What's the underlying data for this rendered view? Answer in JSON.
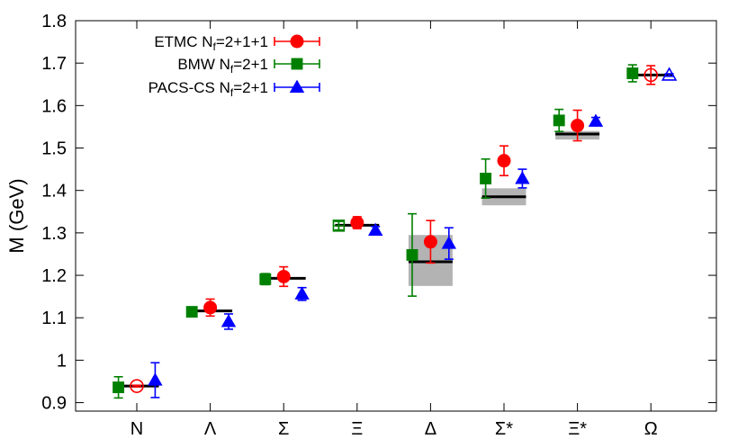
{
  "chart_data": {
    "type": "scatter",
    "title": "",
    "xlabel": "",
    "ylabel": "M (GeV)",
    "ylim": [
      0.88,
      1.8
    ],
    "yticks": [
      0.9,
      1,
      1.1,
      1.2,
      1.3,
      1.4,
      1.5,
      1.6,
      1.7,
      1.8
    ],
    "ytick_labels": [
      "0.9",
      "1",
      "1.1",
      "1.2",
      "1.3",
      "1.4",
      "1.5",
      "1.6",
      "1.7",
      "1.8"
    ],
    "categories": [
      "N",
      "Λ",
      "Σ",
      "Ξ",
      "Δ",
      "Σ*",
      "Ξ*",
      "Ω"
    ],
    "grid": false,
    "legend_position": "top-left",
    "experiment": {
      "values": [
        0.939,
        1.116,
        1.193,
        1.318,
        1.232,
        1.385,
        1.533,
        1.672
      ],
      "bands": [
        null,
        null,
        null,
        null,
        [
          1.175,
          1.295
        ],
        [
          1.365,
          1.405
        ],
        [
          1.52,
          1.54
        ],
        null
      ],
      "color": "#000000"
    },
    "series": [
      {
        "name": "BMW",
        "legend_main": "BMW N",
        "legend_sub": "f",
        "legend_tail": "=2+1",
        "marker": "square",
        "color": "#008000",
        "offset": -0.25,
        "values": [
          0.936,
          1.114,
          1.191,
          1.317,
          1.248,
          1.428,
          1.565,
          1.676
        ],
        "errors": [
          0.025,
          0.007,
          0.013,
          0.01,
          0.097,
          0.046,
          0.026,
          0.02
        ],
        "open": [
          false,
          false,
          false,
          true,
          false,
          false,
          false,
          false
        ]
      },
      {
        "name": "ETMC",
        "legend_main": "ETMC N",
        "legend_sub": "f",
        "legend_tail": "=2+1+1",
        "marker": "circle",
        "color": "#ff0000",
        "offset": 0,
        "values": [
          0.939,
          1.124,
          1.197,
          1.324,
          1.279,
          1.47,
          1.553,
          1.672
        ],
        "errors": [
          0.002,
          0.02,
          0.023,
          0.014,
          0.05,
          0.035,
          0.036,
          0.022
        ],
        "open": [
          true,
          false,
          false,
          false,
          false,
          false,
          false,
          true
        ]
      },
      {
        "name": "PACS-CS",
        "legend_main": "PACS-CS N",
        "legend_sub": "f",
        "legend_tail": "=2+1",
        "marker": "triangle",
        "color": "#0000ff",
        "offset": 0.25,
        "values": [
          0.953,
          1.091,
          1.156,
          1.306,
          1.275,
          1.428,
          1.563,
          1.672
        ],
        "errors": [
          0.041,
          0.018,
          0.015,
          0.009,
          0.037,
          0.022,
          0.009,
          0.003
        ],
        "open": [
          false,
          false,
          false,
          false,
          false,
          false,
          false,
          true
        ]
      }
    ]
  }
}
